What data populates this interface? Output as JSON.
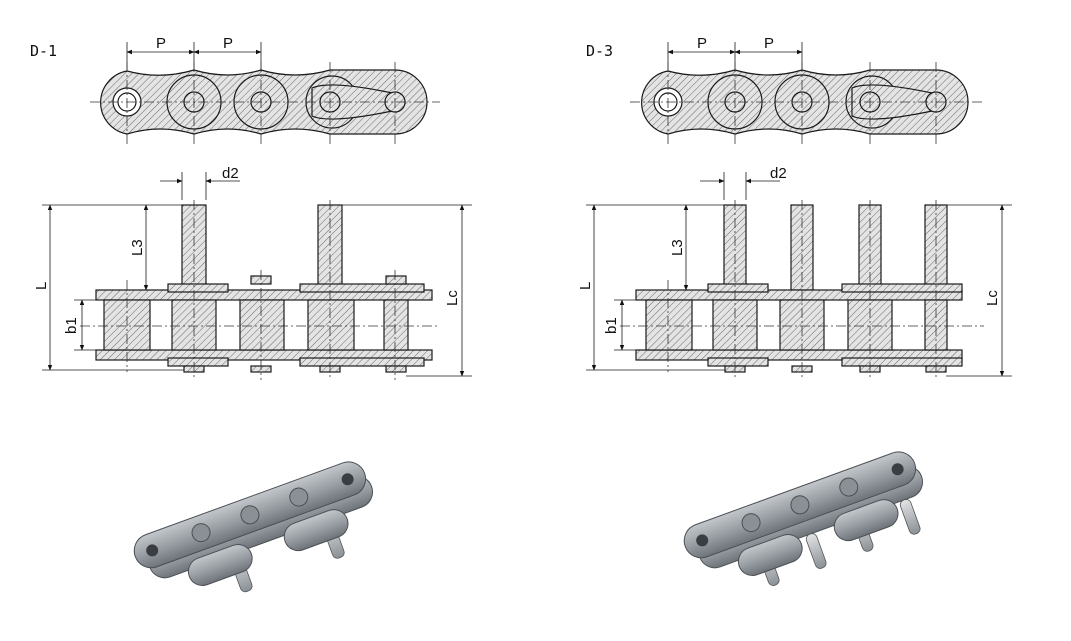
{
  "variants": [
    {
      "code": "D-1",
      "labels": {
        "pitch": "P",
        "pin_diameter": "d2",
        "total_length": "L",
        "extension_length": "L3",
        "inner_width": "b1",
        "chain_length": "Lc"
      },
      "extended_pins": [
        1,
        3
      ]
    },
    {
      "code": "D-3",
      "labels": {
        "pitch": "P",
        "pin_diameter": "d2",
        "total_length": "L",
        "extension_length": "L3",
        "inner_width": "b1",
        "chain_length": "Lc"
      },
      "extended_pins": [
        1,
        2,
        3,
        4
      ]
    }
  ],
  "colors": {
    "line": "#1a1a1a",
    "hatch": "#6a6a6a",
    "metal_light": "#a9adb1",
    "metal_dark": "#5c6166"
  }
}
